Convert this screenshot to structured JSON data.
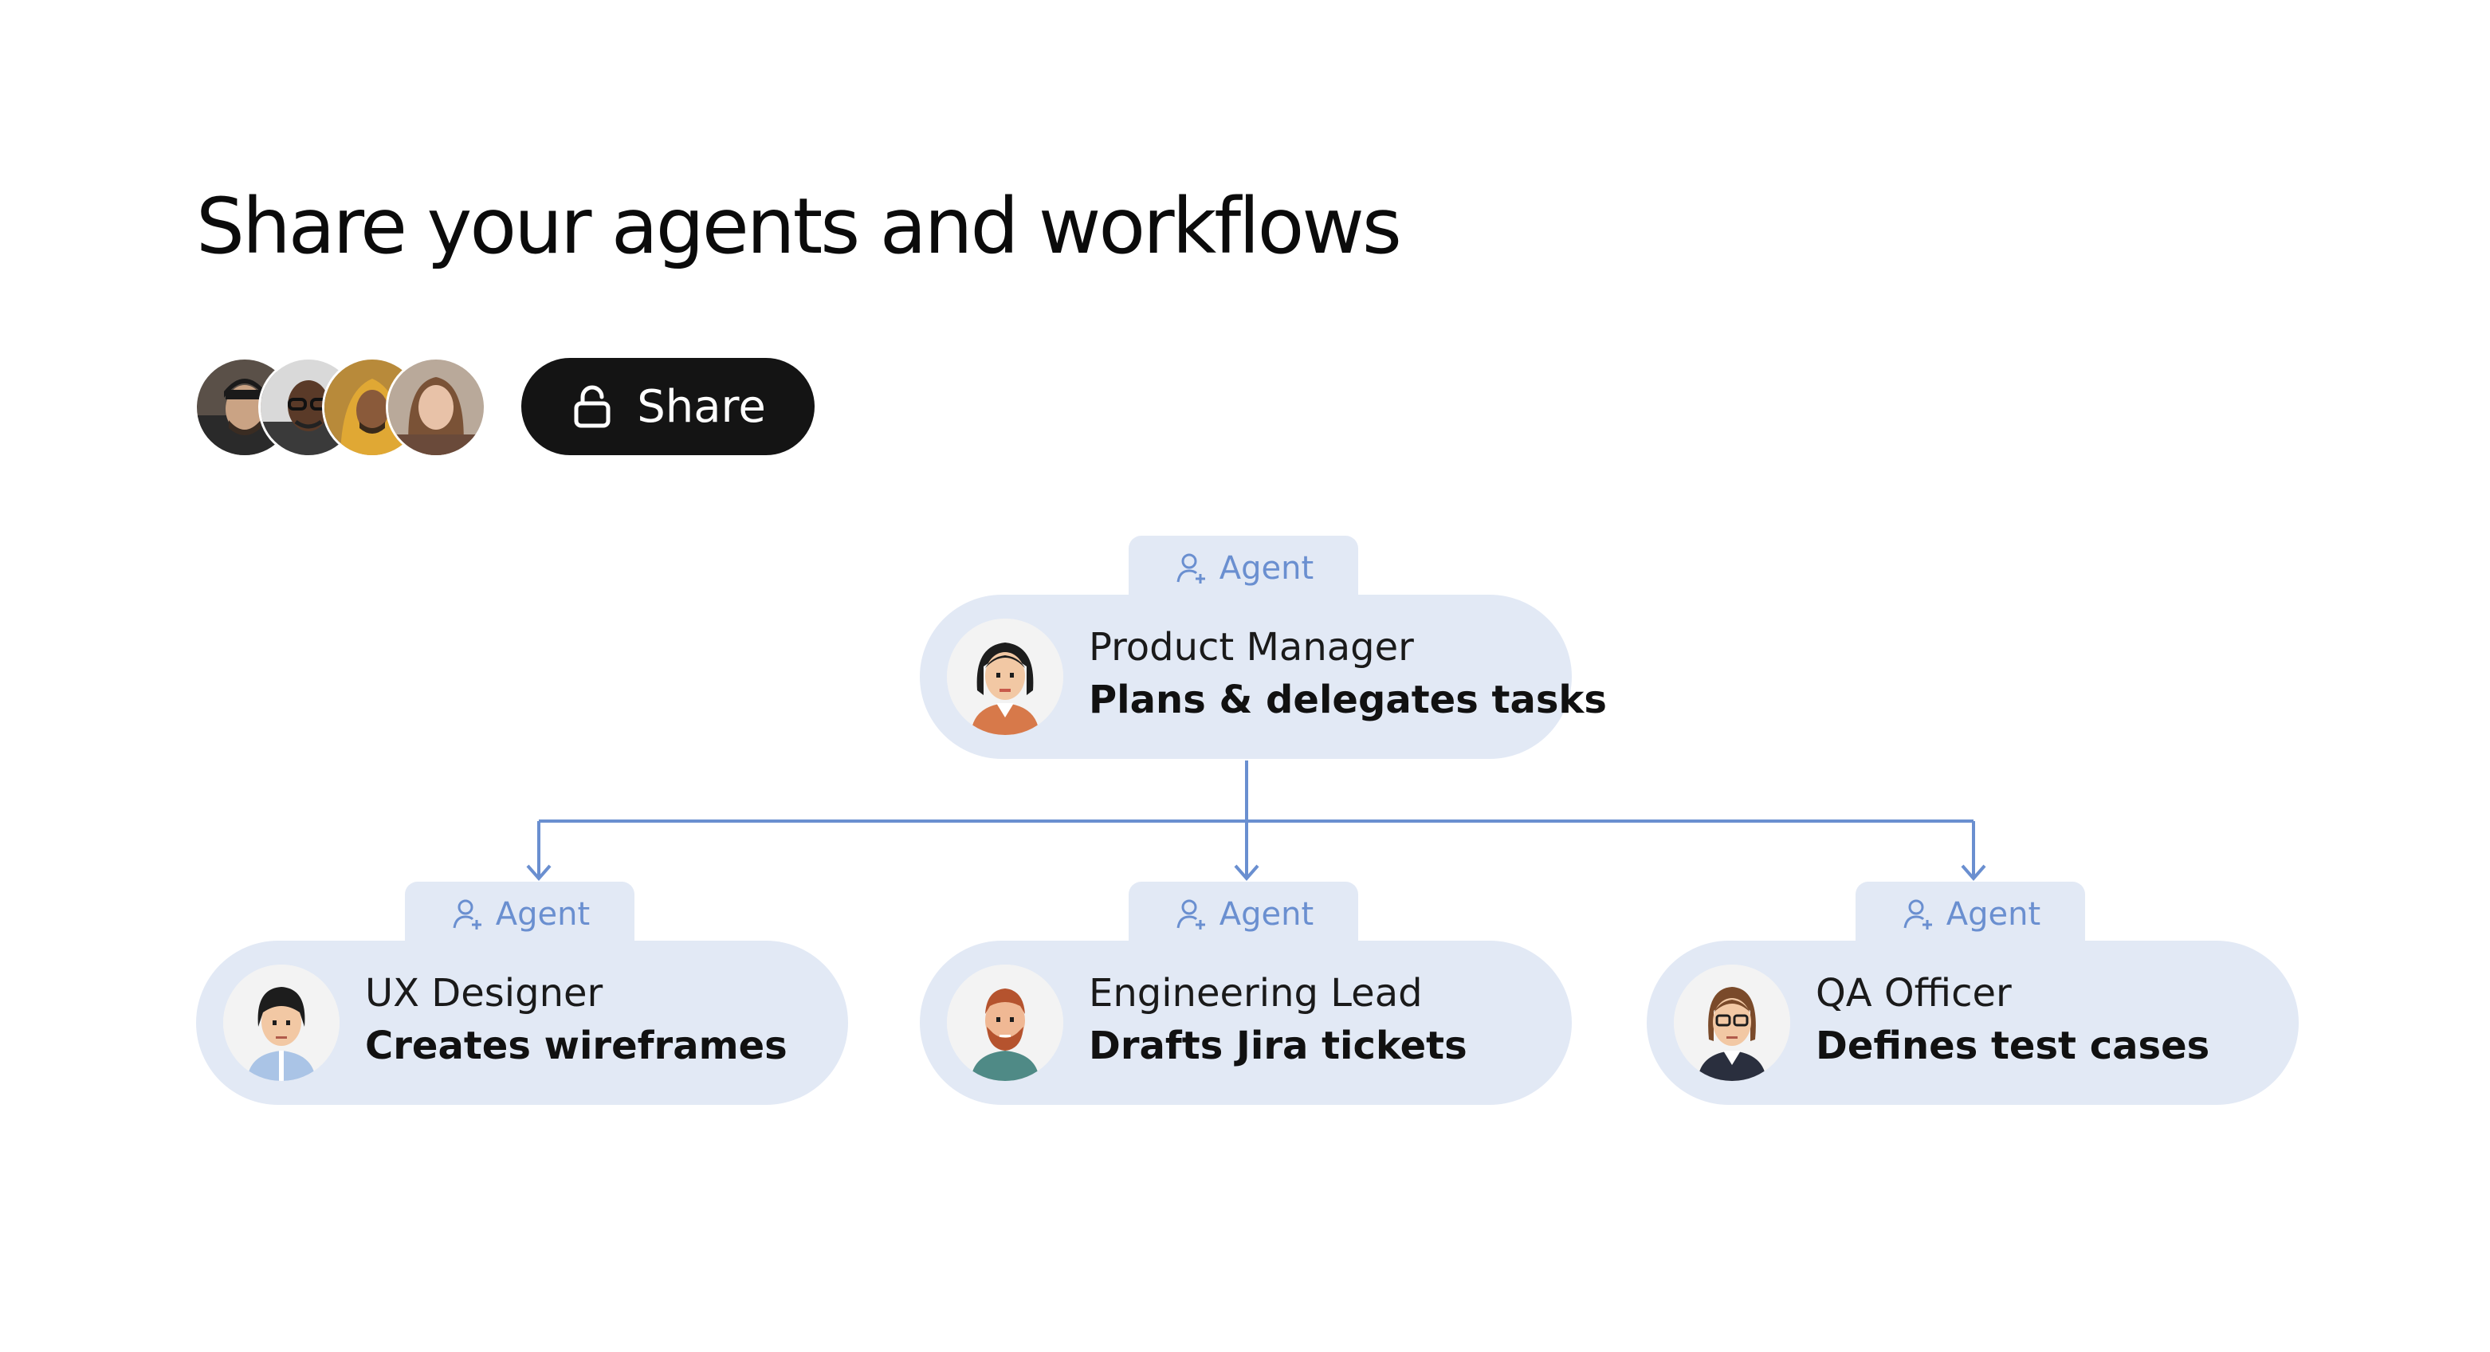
{
  "page": {
    "title": "Share your agents and workflows"
  },
  "collaborators": {
    "avatars": [
      "user-avatar-1",
      "user-avatar-2",
      "user-avatar-3",
      "user-avatar-4"
    ]
  },
  "share_button": {
    "label": "Share",
    "icon": "unlock-icon"
  },
  "colors": {
    "accent": "#6a8fd0",
    "node_bg": "#e2e9f5",
    "button_bg": "#141414",
    "connector": "#6a8fd0"
  },
  "agents": {
    "root": {
      "tag": "Agent",
      "role": "Product Manager",
      "task": "Plans & delegates tasks"
    },
    "children": [
      {
        "tag": "Agent",
        "role": "UX Designer",
        "task": "Creates wireframes"
      },
      {
        "tag": "Agent",
        "role": "Engineering Lead",
        "task": "Drafts Jira tickets"
      },
      {
        "tag": "Agent",
        "role": "QA Officer",
        "task": "Defines test cases"
      }
    ]
  }
}
